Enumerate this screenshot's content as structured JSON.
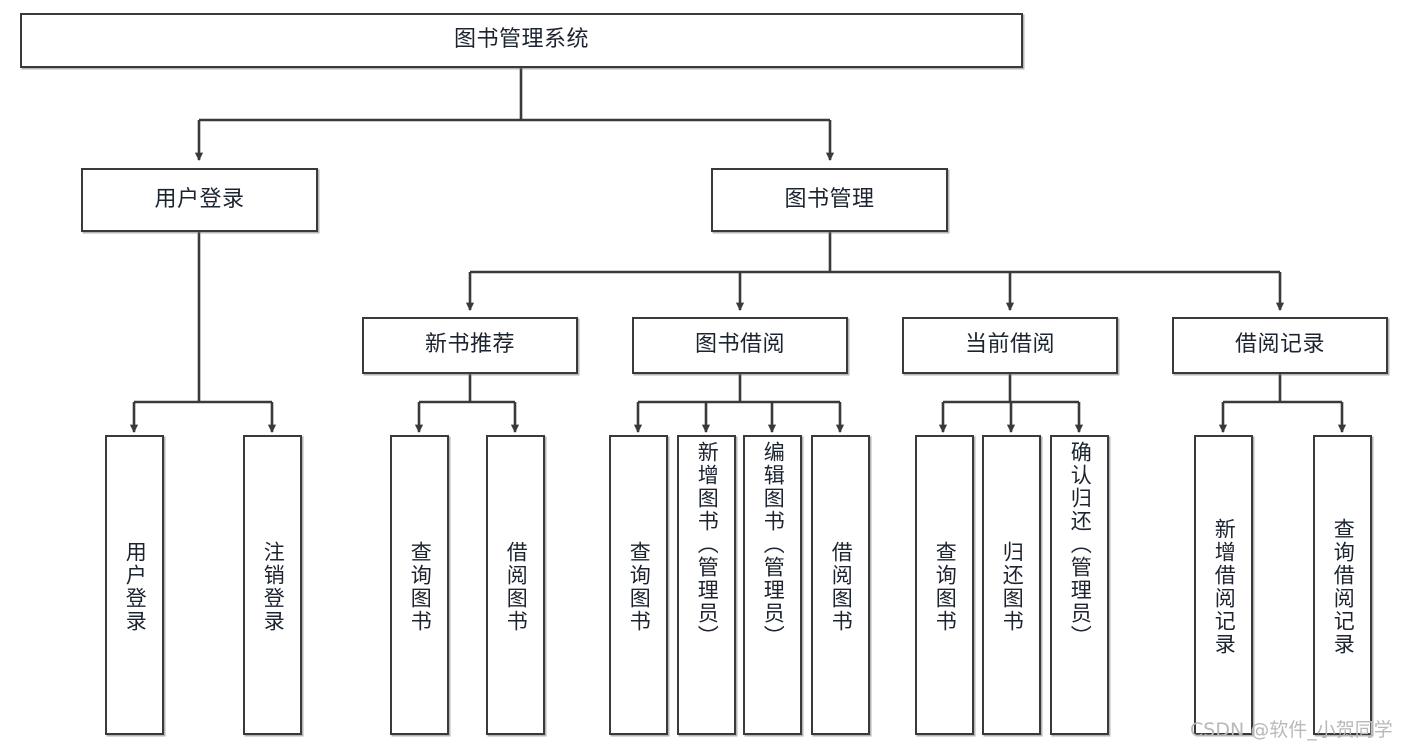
{
  "diagram": {
    "title": "图书管理系统",
    "watermark": "CSDN @软件_小贺同学",
    "colors": {
      "node_border": "#3a3a3a",
      "node_fill": "#ffffff",
      "line": "#3a3a3a",
      "text": "#1c2430",
      "watermark": "#b9b9b9",
      "background": "#ffffff"
    },
    "root": {
      "label": "图书管理系统"
    },
    "level2": [
      {
        "label": "用户登录"
      },
      {
        "label": "图书管理"
      }
    ],
    "level3": [
      {
        "label": "新书推荐"
      },
      {
        "label": "图书借阅"
      },
      {
        "label": "当前借阅"
      },
      {
        "label": "借阅记录"
      }
    ],
    "leaves": {
      "user_login": [
        {
          "label": "用户登录"
        },
        {
          "label": "注销登录"
        }
      ],
      "new_book": [
        {
          "label": "查询图书"
        },
        {
          "label": "借阅图书"
        }
      ],
      "book_borrow": [
        {
          "label": "查询图书"
        },
        {
          "label": "新增图书（管理员）"
        },
        {
          "label": "编辑图书（管理员）"
        },
        {
          "label": "借阅图书"
        }
      ],
      "current_borrow": [
        {
          "label": "查询图书"
        },
        {
          "label": "归还图书"
        },
        {
          "label": "确认归还（管理员）"
        }
      ],
      "borrow_record": [
        {
          "label": "新增借阅记录"
        },
        {
          "label": "查询借阅记录"
        }
      ]
    }
  }
}
